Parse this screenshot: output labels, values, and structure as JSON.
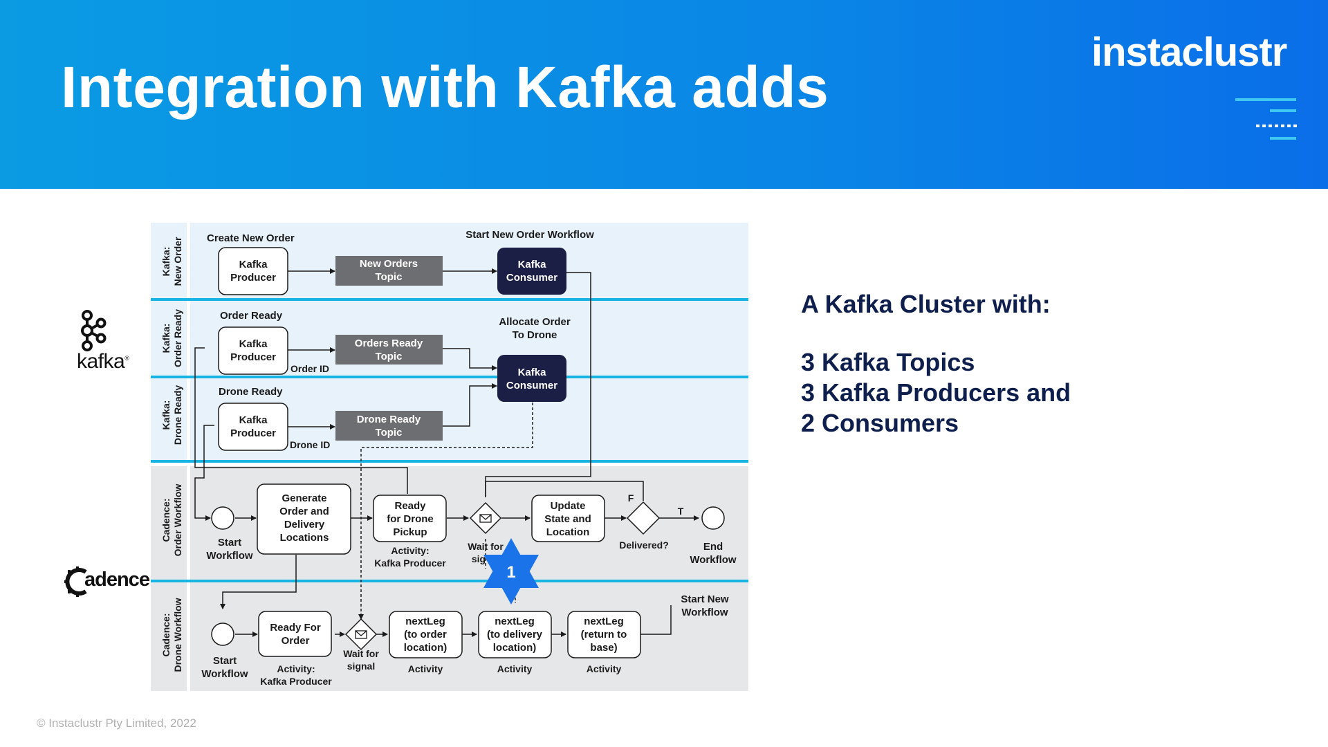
{
  "slide": {
    "title": "Integration with Kafka adds",
    "brand": "instaclustr",
    "footer": "© Instaclustr Pty Limited, 2022",
    "cluster_lines": [
      "A Kafka Cluster with:",
      "3 Kafka Topics",
      "3 Kafka Producers and",
      "2 Consumers"
    ]
  },
  "logos": {
    "kafka": "kafka",
    "cadence": "adence"
  },
  "colors": {
    "header": "#0a8fe5",
    "lane_blue": "#e8f2fb",
    "lane_grey": "#e6e7e8",
    "topic_grey": "#6d6e71",
    "consumer_dark": "#1b1e45",
    "separator": "#18b4e3",
    "badge": "#1a73e8",
    "text_dark": "#0f1f4d"
  },
  "lanes": [
    [
      "Kafka:",
      "New Order"
    ],
    [
      "Kafka:",
      "Order Ready"
    ],
    [
      "Kafka:",
      "Drone Ready"
    ],
    [
      "Cadence:",
      "Order Workflow"
    ],
    [
      "Cadence:",
      "Drone Workflow"
    ]
  ],
  "nodes": {
    "producer1": [
      "Kafka",
      "Producer"
    ],
    "topic1": [
      "New Orders",
      "Topic"
    ],
    "consumer1": [
      "Kafka",
      "Consumer"
    ],
    "producer2": [
      "Kafka",
      "Producer"
    ],
    "topic2": [
      "Orders Ready",
      "Topic"
    ],
    "consumer2": [
      "Kafka",
      "Consumer"
    ],
    "producer3": [
      "Kafka",
      "Producer"
    ],
    "topic3": [
      "Drone Ready",
      "Topic"
    ],
    "generate": [
      "Generate",
      "Order and",
      "Delivery",
      "Locations"
    ],
    "ready_pickup": [
      "Ready",
      "for Drone",
      "Pickup"
    ],
    "update_state": [
      "Update",
      "State and",
      "Location"
    ],
    "ready_order": [
      "Ready For",
      "Order"
    ],
    "leg1": [
      "nextLeg",
      "(to order",
      "location)"
    ],
    "leg2": [
      "nextLeg",
      "(to delivery",
      "location)"
    ],
    "leg3": [
      "nextLeg",
      "(return to",
      "base)"
    ]
  },
  "labels": {
    "create_new_order": "Create New Order",
    "start_new_order_workflow": "Start New Order Workflow",
    "order_ready": "Order Ready",
    "allocate": [
      "Allocate Order",
      "To Drone"
    ],
    "order_id": "Order ID",
    "drone_ready": "Drone Ready",
    "drone_id": "Drone ID",
    "start_workflow_1": [
      "Start",
      "Workflow"
    ],
    "activity_kp_1": [
      "Activity:",
      "Kafka Producer"
    ],
    "wait_signal_1": [
      "Wait for",
      "sig"
    ],
    "delivered": "Delivered?",
    "flag_f": "F",
    "flag_t": "T",
    "end_workflow": [
      "End",
      "Workflow"
    ],
    "start_new_workflow": [
      "Start New",
      "Workflow"
    ],
    "start_workflow_2": [
      "Start",
      "Workflow"
    ],
    "activity_kp_2": [
      "Activity:",
      "Kafka Producer"
    ],
    "wait_signal_2": [
      "Wait for",
      "signal"
    ],
    "activity": "Activity",
    "badge": "1"
  }
}
